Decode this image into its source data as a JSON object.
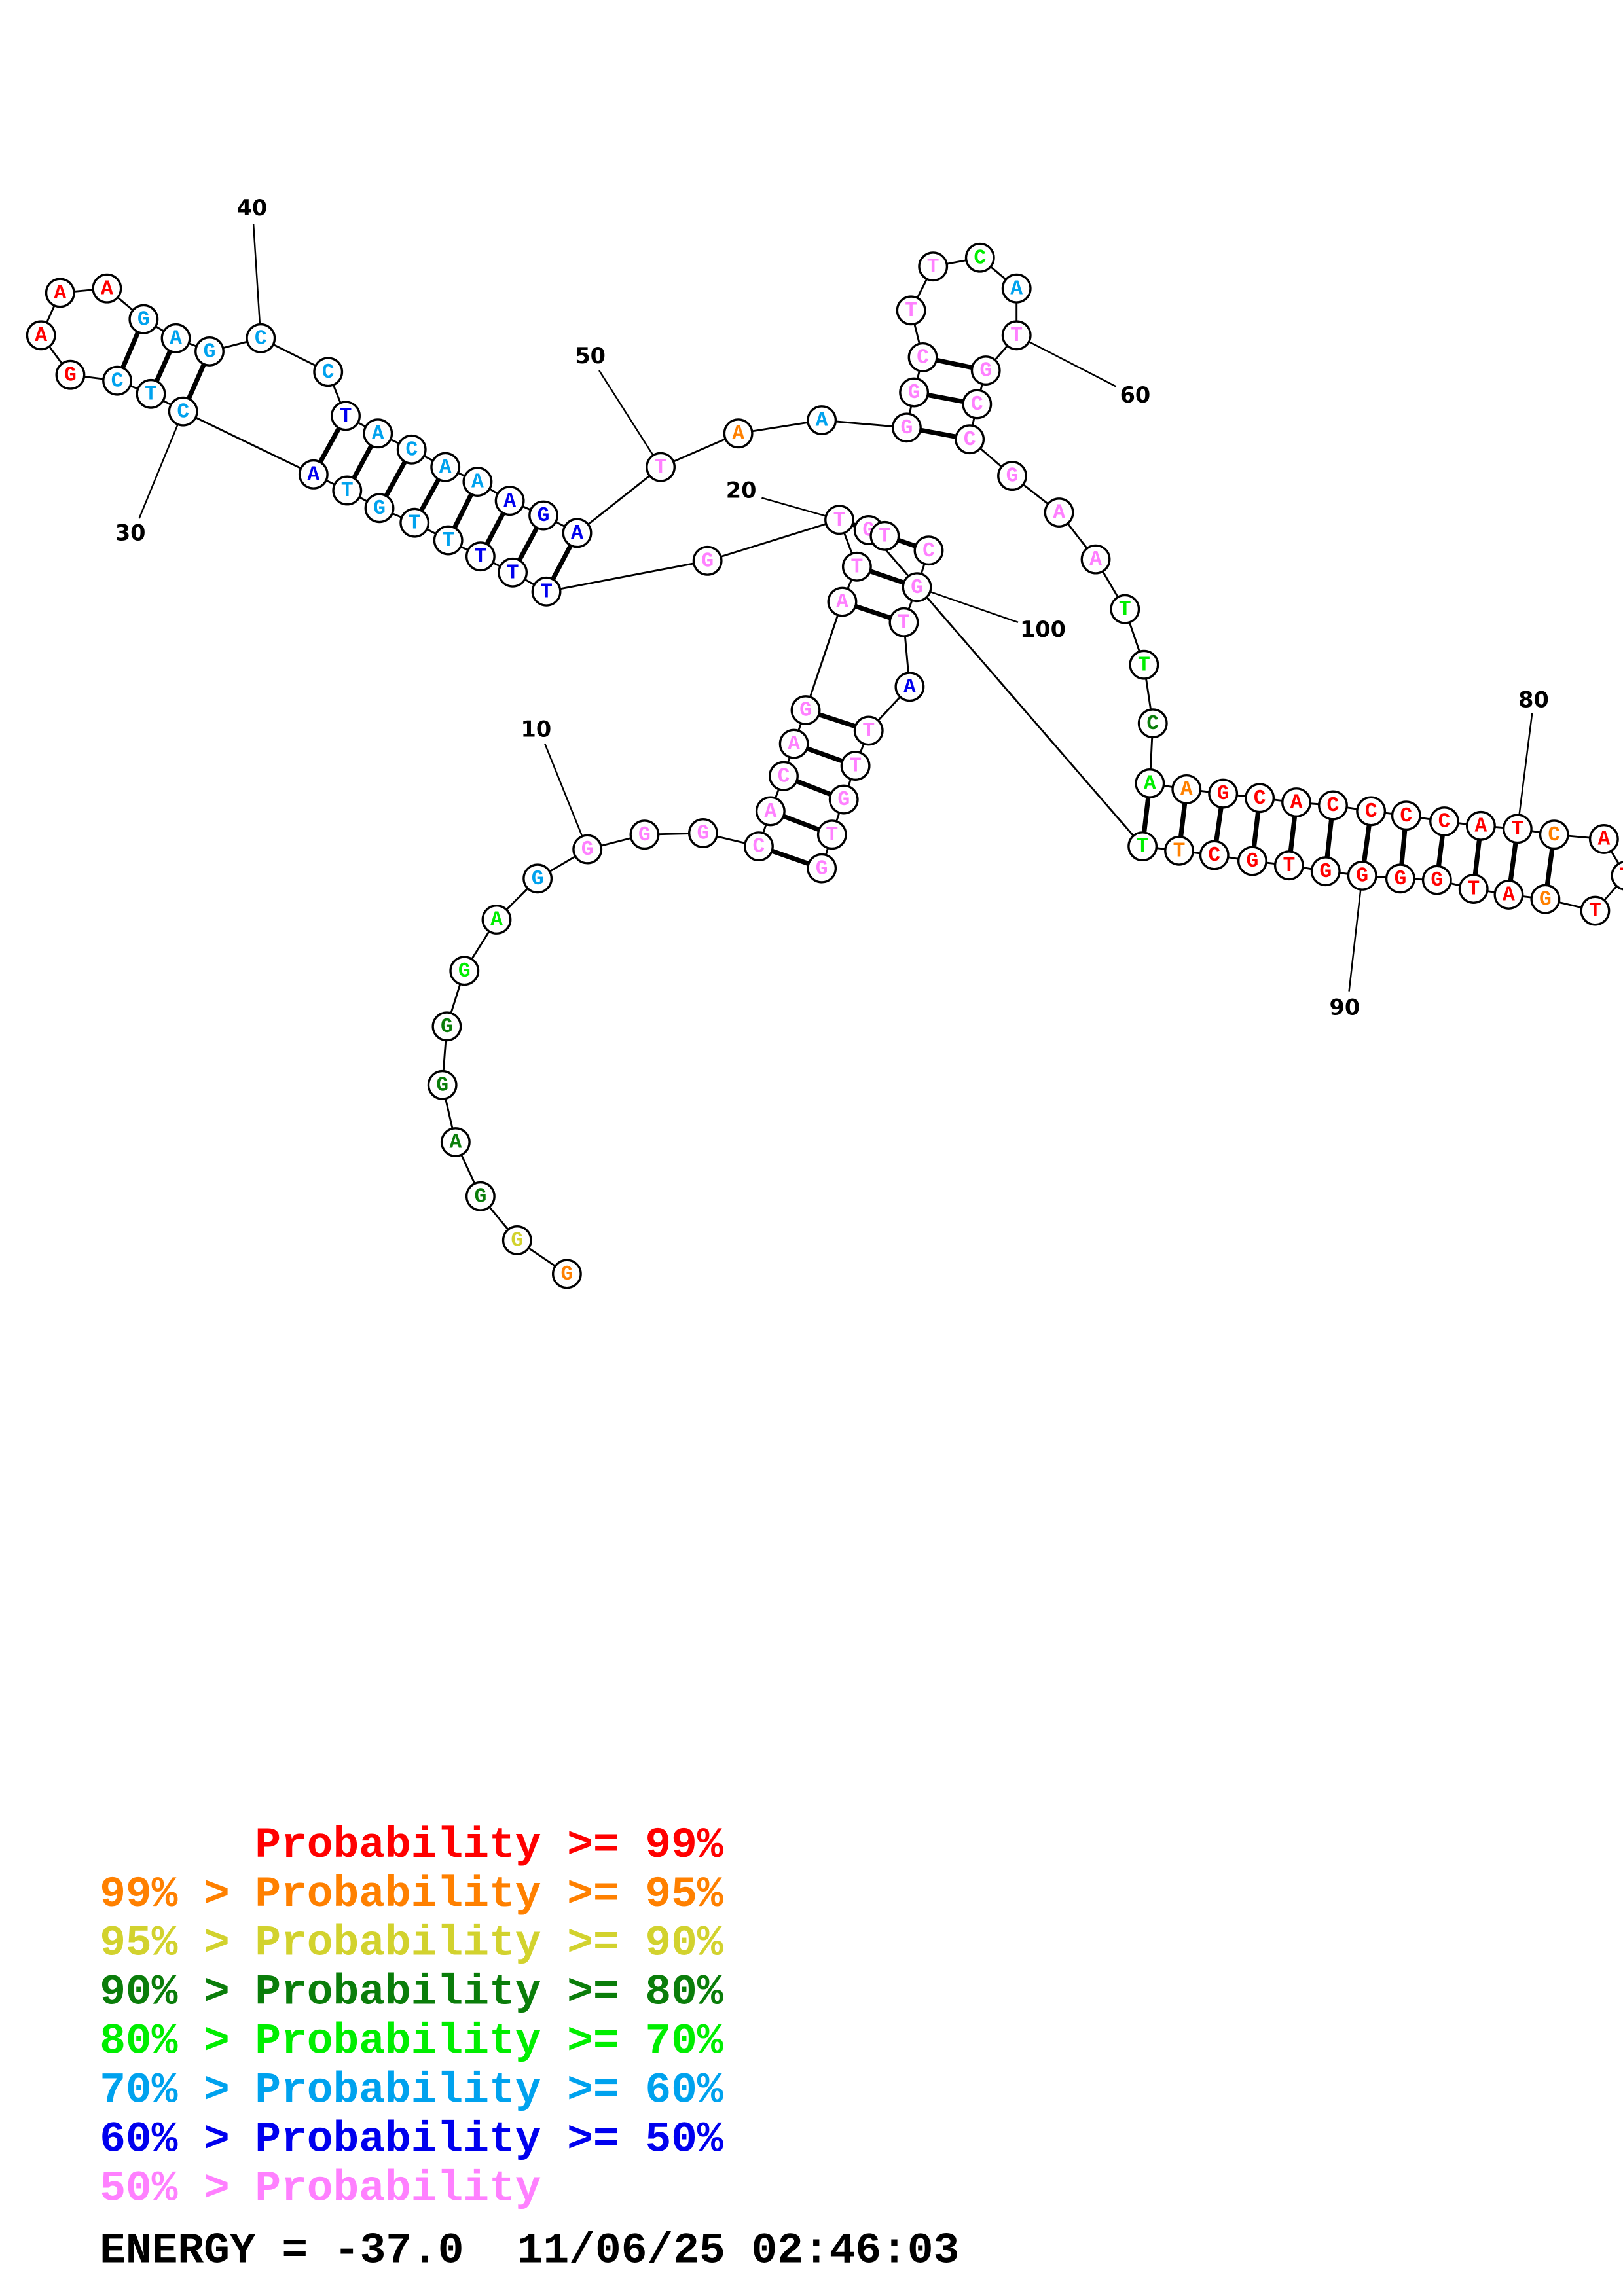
{
  "colors": {
    "p99": "#ff0000",
    "p95": "#ff8000",
    "p90": "#d2d22e",
    "p80": "#0a7d0a",
    "p70": "#00ee00",
    "p60": "#00a2ee",
    "p50": "#0000ee",
    "plow": "#ff80ff"
  },
  "sequence": [
    {
      "b": "G",
      "c": "p95"
    },
    {
      "b": "G",
      "c": "p90"
    },
    {
      "b": "G",
      "c": "p80"
    },
    {
      "b": "A",
      "c": "p80"
    },
    {
      "b": "G",
      "c": "p80"
    },
    {
      "b": "G",
      "c": "p80"
    },
    {
      "b": "G",
      "c": "p70"
    },
    {
      "b": "A",
      "c": "p70"
    },
    {
      "b": "G",
      "c": "p60"
    },
    {
      "b": "G",
      "c": "plow"
    },
    {
      "b": "G",
      "c": "plow"
    },
    {
      "b": "G",
      "c": "plow"
    },
    {
      "b": "C",
      "c": "plow"
    },
    {
      "b": "A",
      "c": "plow"
    },
    {
      "b": "C",
      "c": "plow"
    },
    {
      "b": "A",
      "c": "plow"
    },
    {
      "b": "G",
      "c": "plow"
    },
    {
      "b": "A",
      "c": "plow"
    },
    {
      "b": "T",
      "c": "plow"
    },
    {
      "b": "T",
      "c": "plow"
    },
    {
      "b": "G",
      "c": "plow"
    },
    {
      "b": "T",
      "c": "p50"
    },
    {
      "b": "T",
      "c": "p50"
    },
    {
      "b": "T",
      "c": "p50"
    },
    {
      "b": "T",
      "c": "p60"
    },
    {
      "b": "T",
      "c": "p60"
    },
    {
      "b": "G",
      "c": "p60"
    },
    {
      "b": "T",
      "c": "p60"
    },
    {
      "b": "A",
      "c": "p50"
    },
    {
      "b": "C",
      "c": "p60"
    },
    {
      "b": "T",
      "c": "p60"
    },
    {
      "b": "C",
      "c": "p60"
    },
    {
      "b": "G",
      "c": "p99"
    },
    {
      "b": "A",
      "c": "p99"
    },
    {
      "b": "A",
      "c": "p99"
    },
    {
      "b": "A",
      "c": "p99"
    },
    {
      "b": "G",
      "c": "p60"
    },
    {
      "b": "A",
      "c": "p60"
    },
    {
      "b": "G",
      "c": "p60"
    },
    {
      "b": "C",
      "c": "p60"
    },
    {
      "b": "C",
      "c": "p60"
    },
    {
      "b": "T",
      "c": "p50"
    },
    {
      "b": "A",
      "c": "p60"
    },
    {
      "b": "C",
      "c": "p60"
    },
    {
      "b": "A",
      "c": "p60"
    },
    {
      "b": "A",
      "c": "p60"
    },
    {
      "b": "A",
      "c": "p50"
    },
    {
      "b": "G",
      "c": "p50"
    },
    {
      "b": "A",
      "c": "p50"
    },
    {
      "b": "T",
      "c": "plow"
    },
    {
      "b": "A",
      "c": "p95"
    },
    {
      "b": "A",
      "c": "p60"
    },
    {
      "b": "G",
      "c": "plow"
    },
    {
      "b": "G",
      "c": "plow"
    },
    {
      "b": "C",
      "c": "plow"
    },
    {
      "b": "T",
      "c": "plow"
    },
    {
      "b": "T",
      "c": "plow"
    },
    {
      "b": "C",
      "c": "p70"
    },
    {
      "b": "A",
      "c": "p60"
    },
    {
      "b": "T",
      "c": "plow"
    },
    {
      "b": "G",
      "c": "plow"
    },
    {
      "b": "C",
      "c": "plow"
    },
    {
      "b": "C",
      "c": "plow"
    },
    {
      "b": "G",
      "c": "plow"
    },
    {
      "b": "A",
      "c": "plow"
    },
    {
      "b": "A",
      "c": "plow"
    },
    {
      "b": "T",
      "c": "p70"
    },
    {
      "b": "T",
      "c": "p70"
    },
    {
      "b": "C",
      "c": "p80"
    },
    {
      "b": "A",
      "c": "p70"
    },
    {
      "b": "A",
      "c": "p95"
    },
    {
      "b": "G",
      "c": "p99"
    },
    {
      "b": "C",
      "c": "p99"
    },
    {
      "b": "A",
      "c": "p99"
    },
    {
      "b": "C",
      "c": "p99"
    },
    {
      "b": "C",
      "c": "p99"
    },
    {
      "b": "C",
      "c": "p99"
    },
    {
      "b": "C",
      "c": "p99"
    },
    {
      "b": "A",
      "c": "p99"
    },
    {
      "b": "T",
      "c": "p99"
    },
    {
      "b": "C",
      "c": "p95"
    },
    {
      "b": "A",
      "c": "p99"
    },
    {
      "b": "T",
      "c": "p99"
    },
    {
      "b": "T",
      "c": "p99"
    },
    {
      "b": "G",
      "c": "p95"
    },
    {
      "b": "A",
      "c": "p99"
    },
    {
      "b": "T",
      "c": "p99"
    },
    {
      "b": "G",
      "c": "p99"
    },
    {
      "b": "G",
      "c": "p99"
    },
    {
      "b": "G",
      "c": "p99"
    },
    {
      "b": "G",
      "c": "p99"
    },
    {
      "b": "T",
      "c": "p99"
    },
    {
      "b": "G",
      "c": "p99"
    },
    {
      "b": "C",
      "c": "p99"
    },
    {
      "b": "T",
      "c": "p95"
    },
    {
      "b": "T",
      "c": "p70"
    },
    {
      "b": "G",
      "c": "plow"
    },
    {
      "b": "T",
      "c": "plow"
    },
    {
      "b": "C",
      "c": "plow"
    },
    {
      "b": "G",
      "c": "plow"
    },
    {
      "b": "T",
      "c": "plow"
    },
    {
      "b": "A",
      "c": "p50"
    },
    {
      "b": "T",
      "c": "plow"
    },
    {
      "b": "T",
      "c": "plow"
    },
    {
      "b": "G",
      "c": "plow"
    },
    {
      "b": "T",
      "c": "plow"
    },
    {
      "b": "G",
      "c": "plow"
    }
  ],
  "pairs": [
    [
      13,
      107
    ],
    [
      14,
      106
    ],
    [
      15,
      105
    ],
    [
      16,
      104
    ],
    [
      17,
      103
    ],
    [
      18,
      101
    ],
    [
      19,
      100
    ],
    [
      20,
      99
    ],
    [
      22,
      49
    ],
    [
      23,
      48
    ],
    [
      24,
      47
    ],
    [
      25,
      46
    ],
    [
      26,
      45
    ],
    [
      27,
      44
    ],
    [
      28,
      43
    ],
    [
      29,
      42
    ],
    [
      30,
      39
    ],
    [
      31,
      38
    ],
    [
      32,
      37
    ],
    [
      53,
      63
    ],
    [
      54,
      62
    ],
    [
      55,
      61
    ],
    [
      70,
      96
    ],
    [
      71,
      95
    ],
    [
      72,
      94
    ],
    [
      73,
      93
    ],
    [
      74,
      92
    ],
    [
      75,
      91
    ],
    [
      76,
      90
    ],
    [
      77,
      89
    ],
    [
      78,
      88
    ],
    [
      79,
      87
    ],
    [
      80,
      86
    ],
    [
      81,
      85
    ]
  ],
  "position_labels": [
    {
      "n": 10,
      "text": "10"
    },
    {
      "n": 20,
      "text": "20"
    },
    {
      "n": 30,
      "text": "30"
    },
    {
      "n": 40,
      "text": "40"
    },
    {
      "n": 50,
      "text": "50"
    },
    {
      "n": 60,
      "text": "60"
    },
    {
      "n": 80,
      "text": "80"
    },
    {
      "n": 90,
      "text": "90"
    },
    {
      "n": 100,
      "text": "100"
    }
  ],
  "legend": [
    {
      "prefix": "    ",
      "text": "Probability >= 99%",
      "c": "p99"
    },
    {
      "prefix": "99% > ",
      "text": "Probability >= 95%",
      "c": "p95"
    },
    {
      "prefix": "95% > ",
      "text": "Probability >= 90%",
      "c": "p90"
    },
    {
      "prefix": "90% > ",
      "text": "Probability >= 80%",
      "c": "p80"
    },
    {
      "prefix": "80% > ",
      "text": "Probability >= 70%",
      "c": "p70"
    },
    {
      "prefix": "70% > ",
      "text": "Probability >= 60%",
      "c": "p60"
    },
    {
      "prefix": "60% > ",
      "text": "Probability >= 50%",
      "c": "p50"
    },
    {
      "prefix": "50% > ",
      "text": "Probability",
      "c": "plow"
    }
  ],
  "footer": {
    "energy": "ENERGY = -37.0",
    "timestamp": "11/06/25 02:46:03"
  }
}
